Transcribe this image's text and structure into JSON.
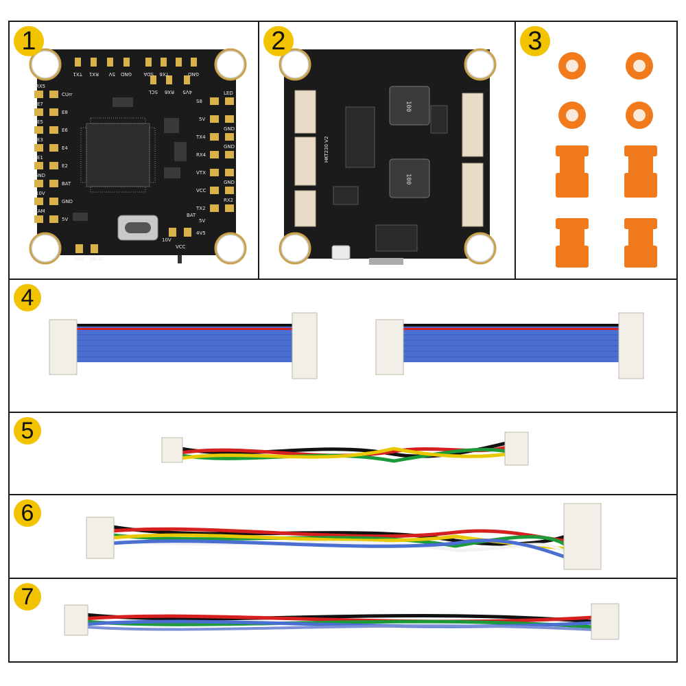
{
  "items": [
    {
      "number": "1"
    },
    {
      "number": "2"
    },
    {
      "number": "3"
    },
    {
      "number": "4"
    },
    {
      "number": "5"
    },
    {
      "number": "6"
    },
    {
      "number": "7"
    }
  ],
  "board1_silk": {
    "top": [
      "TX1",
      "RX1",
      "5V",
      "GND",
      "SDA",
      "TX6",
      "GND"
    ],
    "top2": [
      "SCL",
      "RX6",
      "4V5"
    ],
    "left_col_a": [
      "RX5",
      "E7",
      "E5",
      "E3",
      "E1",
      "GND",
      "10V",
      "CAM"
    ],
    "left_col_b": [
      "CUrr",
      "E8",
      "E6",
      "E4",
      "E2",
      "BAT",
      "GND",
      "5V"
    ],
    "right_col": [
      "S8",
      "5V",
      "TX4",
      "RX4",
      "VTX",
      "VCC",
      "TX2",
      "5V",
      "4V5"
    ],
    "right_col_b": [
      "LED",
      "GND",
      "GND",
      "GND",
      "RX2"
    ],
    "bottom": [
      "10V",
      "SW-G",
      "10V",
      "VCC",
      "BAT"
    ]
  },
  "board2_silk": {
    "inductor_top": "100",
    "inductor_bottom": "100",
    "model": "HKT230 V2"
  },
  "colors": {
    "badge": "#f2c300",
    "pcb": "#1b1b1b",
    "pad_gold": "#d9b24a",
    "silicone_orange": "#f07a1c",
    "ribbon_blue": "#4a6fd0",
    "wire_red": "#d62020",
    "wire_green": "#1c9a3a",
    "wire_yellow": "#e8c800",
    "wire_black": "#111111",
    "wire_white": "#f2f2f2",
    "connector": "#f1efe8"
  }
}
